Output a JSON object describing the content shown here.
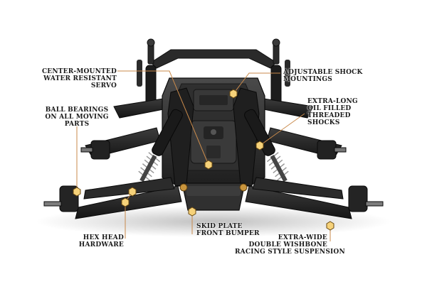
{
  "callouts": {
    "servo": [
      "CENTER-MOUNTED",
      "WATER RESISTANT",
      "SERVO"
    ],
    "shock_mounts": [
      "ADJUSTABLE SHOCK",
      "MOUNTINGS"
    ],
    "ball_bearings": [
      "BALL BEARINGS",
      "ON ALL MOVING",
      "PARTS"
    ],
    "shocks": [
      "EXTRA-LONG",
      "OIL FILLED",
      "THREADED",
      "SHOCKS"
    ],
    "hex_head": [
      "HEX HEAD",
      "HARDWARE"
    ],
    "skid_plate": [
      "SKID PLATE",
      "FRONT BUMPER"
    ],
    "suspension": [
      "EXTRA-WIDE",
      "DOUBLE WISHBONE",
      "RACING STYLE SUSPENSION"
    ]
  },
  "colors": {
    "chassis": "#2c2c2c",
    "chassis_dark": "#161616",
    "chassis_light": "#4a4a4a",
    "leader_line": "#c98a4b",
    "marker": "#e8b04a",
    "spring": "#9a9a9a"
  }
}
